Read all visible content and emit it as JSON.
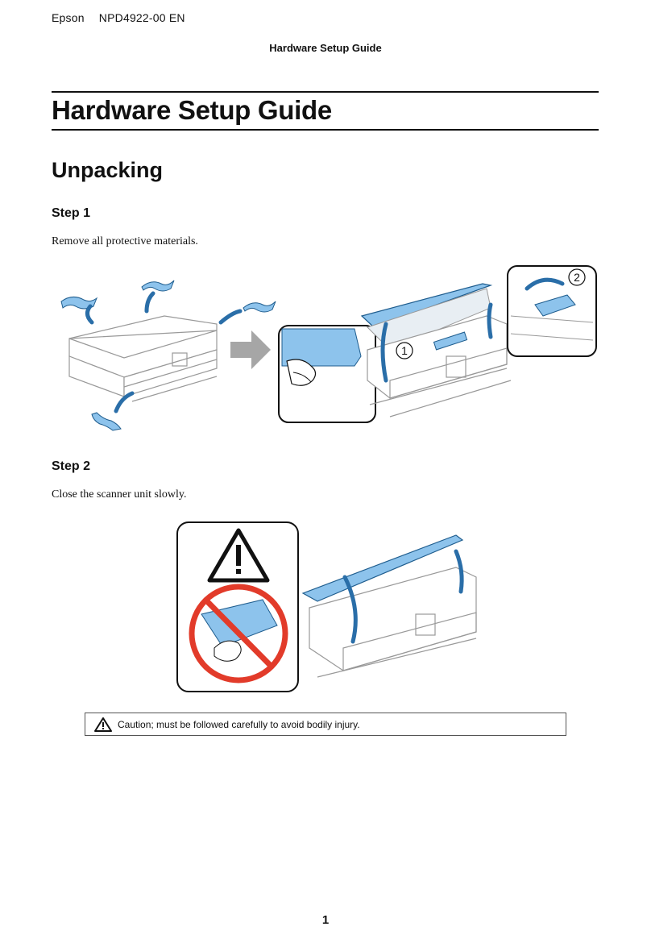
{
  "header": {
    "brand": "Epson",
    "doc_code": "NPD4922-00 EN",
    "running_title": "Hardware Setup Guide"
  },
  "page_title": "Hardware Setup Guide",
  "section": {
    "title": "Unpacking"
  },
  "steps": [
    {
      "title": "Step 1",
      "text": "Remove all protective materials.",
      "callout_numbers": [
        "1",
        "2"
      ]
    },
    {
      "title": "Step 2",
      "text": "Close the scanner unit slowly."
    }
  ],
  "caution": {
    "icon": "warning-triangle-icon",
    "text": "Caution; must be followed carefully to avoid bodily injury."
  },
  "page_number": "1",
  "colors": {
    "accent_blue": "#8dc3ec",
    "arrow_blue": "#2a6ea8",
    "prohibition_red": "#e23b2a",
    "line_gray": "#888888"
  }
}
